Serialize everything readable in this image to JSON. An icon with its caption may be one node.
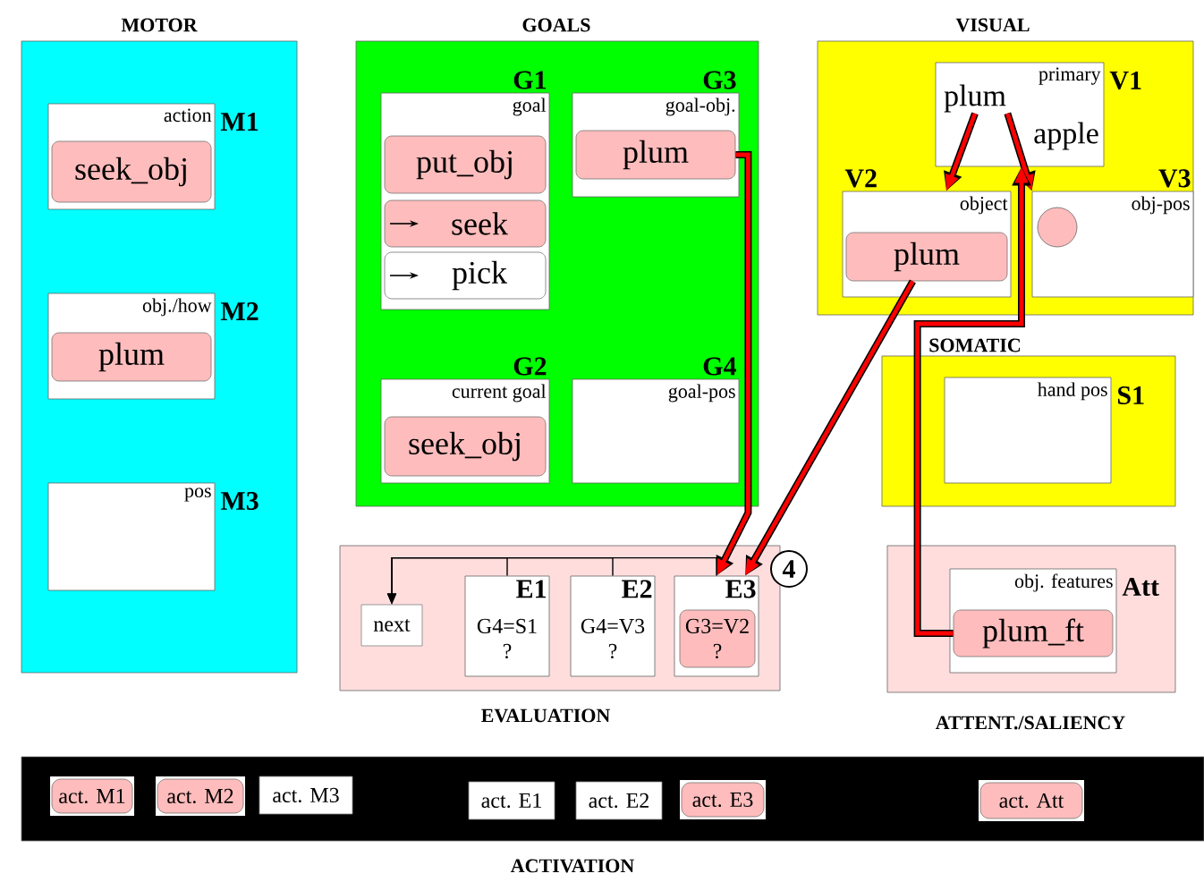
{
  "diagram": {
    "nodes": [
      {
        "text": [
          "MOTOR"
        ]
      },
      {
        "text": [
          "action"
        ],
        "beside": [
          "M1"
        ],
        "in": 0
      },
      {
        "text": [
          "seek_obj"
        ],
        "in": 1
      },
      {
        "text": [
          "obj./how"
        ],
        "beside": [
          "M2"
        ],
        "in": 0
      },
      {
        "text": [
          "plum"
        ],
        "in": 3
      },
      {
        "text": [
          "pos"
        ],
        "beside": [
          "M3"
        ],
        "in": 0
      },
      {
        "text": [
          "GOALS"
        ]
      },
      {
        "text": [
          "goal"
        ],
        "beside": [
          "G1"
        ],
        "in": 6
      },
      {
        "text": [
          "put_obj"
        ],
        "in": 7
      },
      {
        "text": [
          "seek"
        ],
        "in": 7
      },
      {
        "text": [
          "pick"
        ],
        "in": 7
      },
      {
        "text": [
          "goal-obj."
        ],
        "beside": [
          "G3"
        ],
        "in": 6
      },
      {
        "text": [
          "plum"
        ],
        "in": 11
      },
      {
        "text": [
          "current goal"
        ],
        "beside": [
          "G2"
        ],
        "in": 6
      },
      {
        "text": [
          "seek_obj"
        ],
        "in": 13
      },
      {
        "text": [
          "goal-pos"
        ],
        "beside": [
          "G4"
        ],
        "in": 6
      },
      {
        "text": [
          "VISUAL"
        ]
      },
      {
        "text": [
          "primary"
        ],
        "beside": [
          "V1"
        ],
        "in": 16
      },
      {
        "text": [
          "plum"
        ],
        "in": 17
      },
      {
        "text": [
          "apple"
        ],
        "in": 17
      },
      {
        "text": [
          "object"
        ],
        "beside": [
          "V2"
        ],
        "in": 16
      },
      {
        "text": [
          "plum"
        ],
        "in": 20
      },
      {
        "text": [
          "obj-pos"
        ],
        "beside": [
          "V3"
        ],
        "in": 16
      },
      {
        "text": [],
        "shape": "circle",
        "in": 22
      },
      {
        "text": [
          "SOMATIC"
        ]
      },
      {
        "text": [
          "hand pos"
        ],
        "beside": [
          "S1"
        ],
        "in": 24
      },
      {
        "text": [
          "EVALUATION"
        ]
      },
      {
        "text": [
          "next"
        ],
        "in": 26
      },
      {
        "text": [
          "E1",
          "G4=S1 ?"
        ],
        "in": 26
      },
      {
        "text": [
          "E2",
          "G4=V3 ?"
        ],
        "in": 26
      },
      {
        "text": [
          "E3"
        ],
        "in": 26
      },
      {
        "text": [
          "G3=V2 ?"
        ],
        "in": 30
      },
      {
        "text": [
          "ATTENT./SALIENCY"
        ]
      },
      {
        "text": [
          "obj. features"
        ],
        "beside": [
          "Att"
        ],
        "in": 32
      },
      {
        "text": [
          "plum_ft"
        ],
        "in": 33
      },
      {
        "text": [
          "ACTIVATION"
        ]
      },
      {
        "text": [
          "act. M1"
        ],
        "in": 35
      },
      {
        "text": [
          "act. M2"
        ],
        "in": 35
      },
      {
        "text": [
          "act. M3"
        ],
        "in": 35
      },
      {
        "text": [
          "act. E1"
        ],
        "in": 35
      },
      {
        "text": [
          "act. E2"
        ],
        "in": 35
      },
      {
        "text": [
          "act. E3"
        ],
        "in": 35
      },
      {
        "text": [
          "act. Att"
        ],
        "in": 35
      }
    ],
    "edges": [
      {
        "from": 12,
        "to": 30,
        "arrow": "to"
      },
      {
        "from": 21,
        "to": 30,
        "arrow": "to"
      },
      {
        "from": 18,
        "to": 20,
        "arrow": "to"
      },
      {
        "from": 18,
        "to": 22,
        "arrow": "to"
      },
      {
        "from": 34,
        "to": 17,
        "arrow": "to"
      },
      {
        "from": 28,
        "to": 27,
        "arrow": "to",
        "color": "#000000"
      },
      {
        "from": 29,
        "to": 27,
        "arrow": "to",
        "color": "#000000"
      },
      {
        "from": 30,
        "to": 27,
        "arrow": "to",
        "color": "#000000"
      }
    ],
    "labels": [
      "4"
    ]
  }
}
